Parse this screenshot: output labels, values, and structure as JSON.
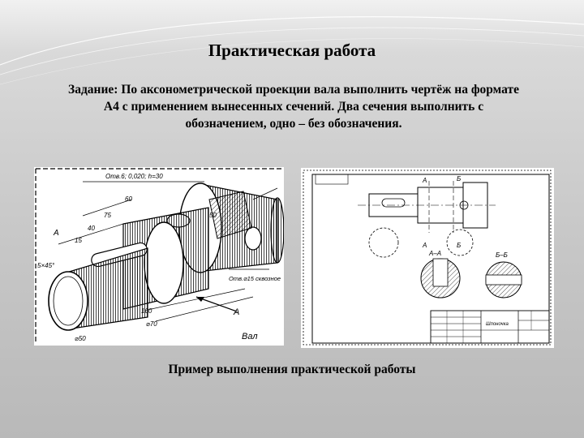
{
  "slide": {
    "title": "Практическая работа",
    "task_lines": [
      "Задание: По аксонометрической проекции вала выполнить чертёж на формате",
      "А4 с применением вынесенных сечений. Два сечения выполнить с",
      "обозначением, одно – без обозначения."
    ],
    "caption": "Пример выполнения практической работы"
  },
  "left_drawing": {
    "labels": {
      "tolerance": "Отв.6; 0,020; h=30",
      "dim_60": "60",
      "dim_75": "75",
      "dim_40": "40",
      "dim_15": "15",
      "dim_5x45": "5×45°",
      "dim_50": "50",
      "dim_160": "160",
      "dim_d70": "⌀70",
      "dim_d50": "⌀50",
      "hole_note": "Отв.⌀15 сквозное",
      "label_a_top": "A",
      "label_a_bottom": "A",
      "part_name": "Вал"
    }
  },
  "right_drawing": {
    "labels": {
      "a_top": "A",
      "b_top": "Б",
      "a_bottom": "A",
      "b_bottom": "Б",
      "section_aa": "A–A",
      "section_bb": "Б–Б",
      "tb_name": "Шпоночка"
    }
  }
}
